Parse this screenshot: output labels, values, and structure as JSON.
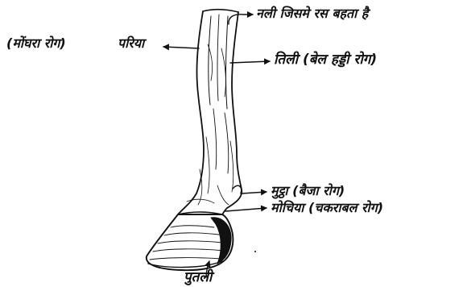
{
  "diagram": {
    "labels": {
      "tube": "नली जिसमे रस बहता है",
      "pariya_name": "परिया",
      "pariya_disease": "(मोंघरा रोग)",
      "tilli": "तिली (बेल हड्डी रोग)",
      "muttha": "मुट्ठा (बैजा रोग)",
      "mochiya": "मोचिया (चकराबल रोग)",
      "putli": "पुतली"
    },
    "colors": {
      "ink": "#111111",
      "paper": "#ffffff"
    }
  }
}
